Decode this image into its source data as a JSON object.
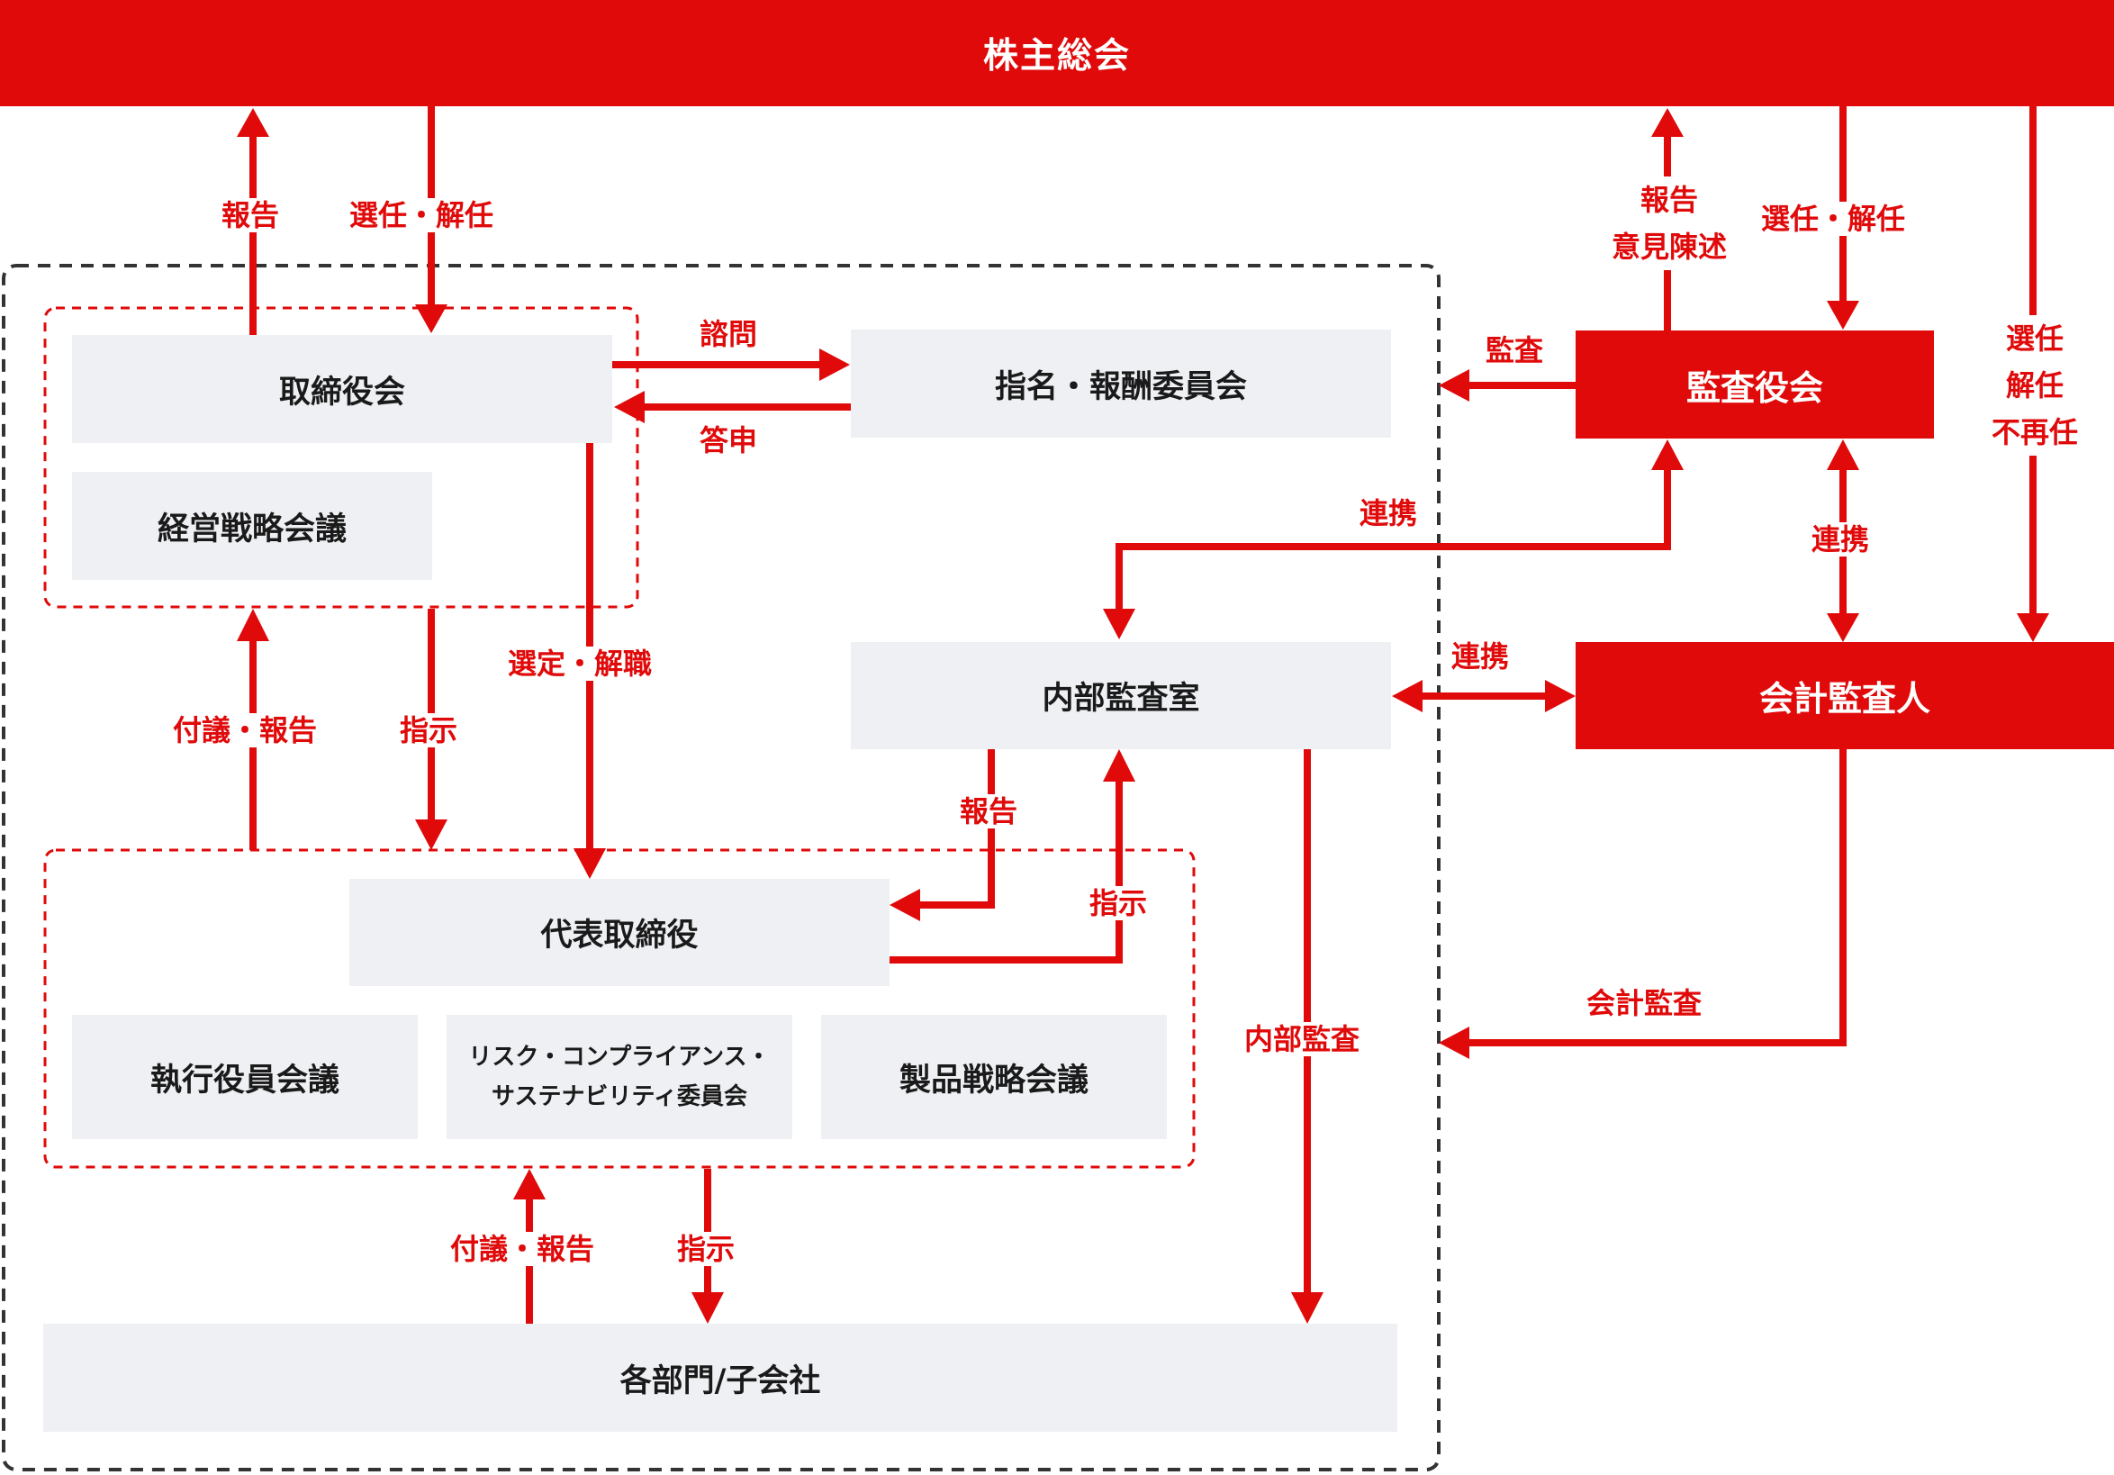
{
  "colors": {
    "accent": "#E00A0A",
    "box_fill": "#EEF0F3",
    "dashed_outer": "#333333"
  },
  "nodes": {
    "shareholders_meeting": "株主総会",
    "board": "取締役会",
    "management_strategy_meeting": "経営戦略会議",
    "nomination_compensation_committee": "指名・報酬委員会",
    "audit_board": "監査役会",
    "internal_audit_office": "内部監査室",
    "accounting_auditor": "会計監査人",
    "representative_director": "代表取締役",
    "executive_officers_meeting": "執行役員会議",
    "risk_compliance_committee_line1": "リスク・コンプライアンス・",
    "risk_compliance_committee_line2": "サステナビリティ委員会",
    "product_strategy_meeting": "製品戦略会議",
    "departments_subsidiaries": "各部門/子会社"
  },
  "edge_labels": {
    "board_report_up": "報告",
    "board_elect_dismiss": "選任・解任",
    "audit_report_line1": "報告",
    "audit_report_line2": "意見陳述",
    "audit_elect_dismiss": "選任・解任",
    "auditor_line1": "選任",
    "auditor_line2": "解任",
    "auditor_line3": "不再任",
    "consult": "諮問",
    "reply": "答申",
    "audit": "監査",
    "collab_internal_auditboard": "連携",
    "collab_auditboard_accountant": "連携",
    "collab_internal_accountant": "連携",
    "select_dismiss_rep": "選定・解職",
    "proposal_report_board": "付議・報告",
    "instruct_board": "指示",
    "report_internal": "報告",
    "instruct_internal": "指示",
    "internal_audit": "内部監査",
    "accounting_audit": "会計監査",
    "proposal_report_dept": "付議・報告",
    "instruct_dept": "指示"
  }
}
